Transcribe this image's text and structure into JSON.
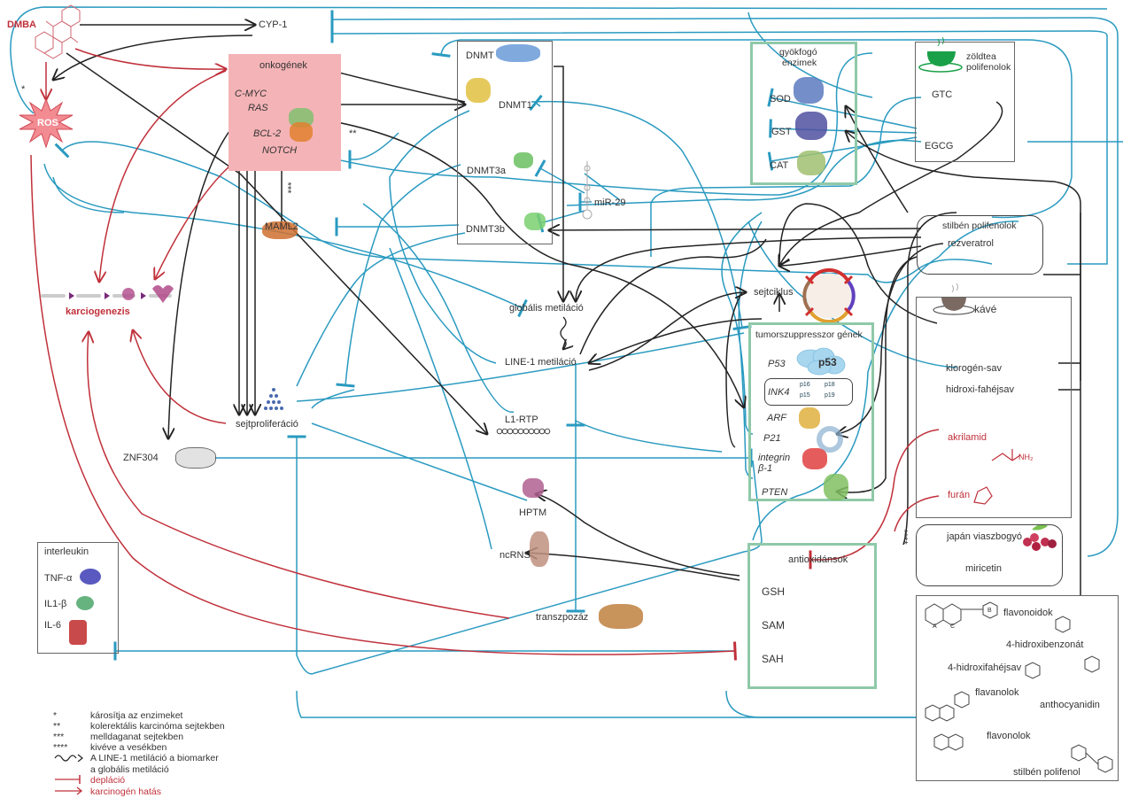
{
  "title": "DMBA karcinogenezis és polifenolok hatásmechanizmusa",
  "nodes": {
    "dmba": "DMBA",
    "cyp1": "CYP-1",
    "ros": "ROS",
    "onkogenek": "onkogének",
    "cmyc": "C-MYC",
    "ras": "RAS",
    "bcl2": "BCL-2",
    "notch": "NOTCH",
    "maml2": "MAML2",
    "karciogenezis": "karciogenezis",
    "sejtproliferacio": "sejtproliferáció",
    "znf304": "ZNF304",
    "dnmt": "DNMT",
    "dnmt1": "DNMT1",
    "dnmt3a": "DNMT3a",
    "dnmt3b": "DNMT3b",
    "mir29": "miR-29",
    "globalis_metilacio": "globális metiláció",
    "line1_metilacio": "LINE-1 metiláció",
    "l1rtp": "L1-RTP",
    "hptm": "HPTM",
    "ncrns": "ncRNS",
    "transzpozaz": "transzpozáz",
    "interleukin": {
      "title": "interleukin",
      "items": [
        "TNF-α",
        "IL1-β",
        "IL-6"
      ]
    },
    "gyokfogo": {
      "title_line1": "gyökfogó",
      "title_line2": "enzimek",
      "items": [
        "SOD",
        "GST",
        "CAT"
      ]
    },
    "zoldtea": {
      "title_line1": "zöldtea",
      "title_line2": "polifenolok",
      "items": [
        "GTC",
        "EGCG"
      ]
    },
    "stilben": {
      "title": "stilbén polifenolok",
      "item": "rezveratrol"
    },
    "sejtciklus": "sejtciklus",
    "tumorszuppresszor": {
      "title": "tumorszuppresszor gének",
      "items": [
        "P53",
        "INK4",
        "ARF",
        "P21",
        "integrin β-1",
        "PTEN"
      ],
      "p53_badge": "p53",
      "ink4_badges": [
        "p16",
        "p18",
        "p15",
        "p19"
      ]
    },
    "kave": {
      "title": "kávé",
      "items": [
        "klorogén-sav",
        "hidroxi-fahéjsav"
      ],
      "carcinogens": [
        "akrilamid",
        "furán"
      ],
      "akrilamid_formula": "NH₂"
    },
    "japan": {
      "title": "japán viaszbogyó",
      "item": "miricetin"
    },
    "antioxidansok": {
      "title": "antioxidánsok",
      "items": [
        "GSH",
        "SAM",
        "SAH"
      ]
    },
    "flavonoid_box": {
      "items": [
        "flavonoidok",
        "4-hidroxibenzonát",
        "4-hidroxifahéjsav",
        "flavanolok",
        "anthocyanidin",
        "flavonolok",
        "stilbén polifenol"
      ],
      "ring_labels": [
        "A",
        "C",
        "B"
      ]
    }
  },
  "annotations": {
    "star1": "*",
    "star2": "**",
    "star3": "***",
    "star4": "****"
  },
  "legend": [
    {
      "mark": "*",
      "text": "károsítja az enzimeket",
      "color": "#333333"
    },
    {
      "mark": "**",
      "text": "kolerektális karcinóma sejtekben",
      "color": "#333333"
    },
    {
      "mark": "***",
      "text": "melldaganat sejtekben",
      "color": "#333333"
    },
    {
      "mark": "****",
      "text": "kivéve a vesékben",
      "color": "#333333"
    },
    {
      "mark": "wavy-arrow",
      "text": "A LINE-1 metiláció a biomarker",
      "color": "#333333"
    },
    {
      "mark": "",
      "text": "a globális metiláció",
      "color": "#333333"
    },
    {
      "mark": "red-inhibit",
      "text": "depláció",
      "color": "#c0303a"
    },
    {
      "mark": "red-arrow",
      "text": "karcinogén hatás",
      "color": "#c0303a"
    }
  ],
  "colors": {
    "inhibit_blue": "#2a9ac0",
    "activate_black": "#222222",
    "carcinogen_red": "#c0303a",
    "onkogen_fill": "#f4b3b6",
    "green_box": "#8fc9a8",
    "green_cup": "#1aa048"
  }
}
